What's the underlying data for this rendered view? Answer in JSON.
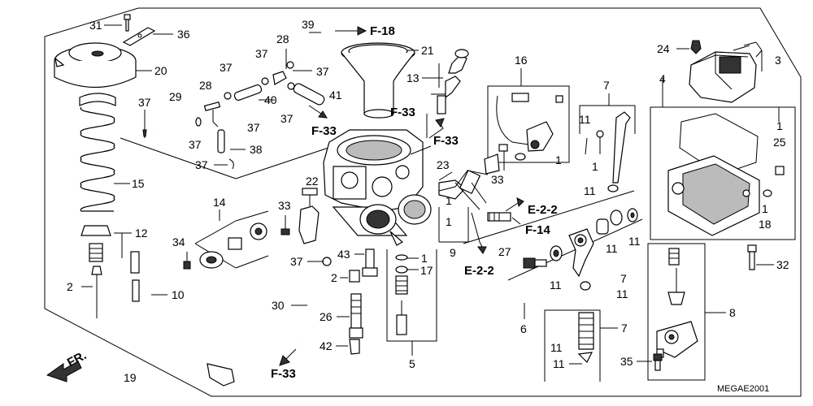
{
  "diagram_code": "MEGAE2001",
  "front_label": "FR.",
  "labels": {
    "p31": "31",
    "p36": "36",
    "p20": "20",
    "p37a": "37",
    "p15": "15",
    "p12": "12",
    "p2a": "2",
    "p10": "10",
    "p19": "19",
    "p34": "34",
    "p14": "14",
    "p29": "29",
    "p37b": "37",
    "p28a": "28",
    "p37c": "37",
    "p37d": "37",
    "p38": "38",
    "p37e": "37",
    "p40": "40",
    "p28b": "28",
    "p37f": "37",
    "p37g": "37",
    "p37h": "37",
    "p39": "39",
    "p41": "41",
    "f33a": "F-33",
    "f18": "F-18",
    "p21": "21",
    "p13": "13",
    "f33b": "F-33",
    "f33c": "F-33",
    "p22": "22",
    "p33a": "33",
    "p23": "23",
    "p33b": "33",
    "p16": "16",
    "p1a": "1",
    "p1b": "1",
    "p1c": "1",
    "p9": "9",
    "e22a": "E-2-2",
    "f14": "F-14",
    "p27": "27",
    "e22b": "E-2-2",
    "p7a": "7",
    "p11a": "11",
    "p1d": "1",
    "p11b": "11",
    "p11c": "11",
    "p11d": "11",
    "p11e": "11",
    "p7b": "7",
    "p11f": "11",
    "p6": "6",
    "p11g": "11",
    "p7c": "7",
    "p11h": "11",
    "p24": "24",
    "p3": "3",
    "p4": "4",
    "p1e": "1",
    "p25": "25",
    "p1f": "1",
    "p18": "18",
    "p32": "32",
    "p8": "8",
    "p35": "35",
    "p37i": "37",
    "p43": "43",
    "p1g": "1",
    "p17": "17",
    "p2b": "2",
    "p30": "30",
    "p26": "26",
    "p42": "42",
    "p5": "5",
    "f33d": "F-33"
  }
}
